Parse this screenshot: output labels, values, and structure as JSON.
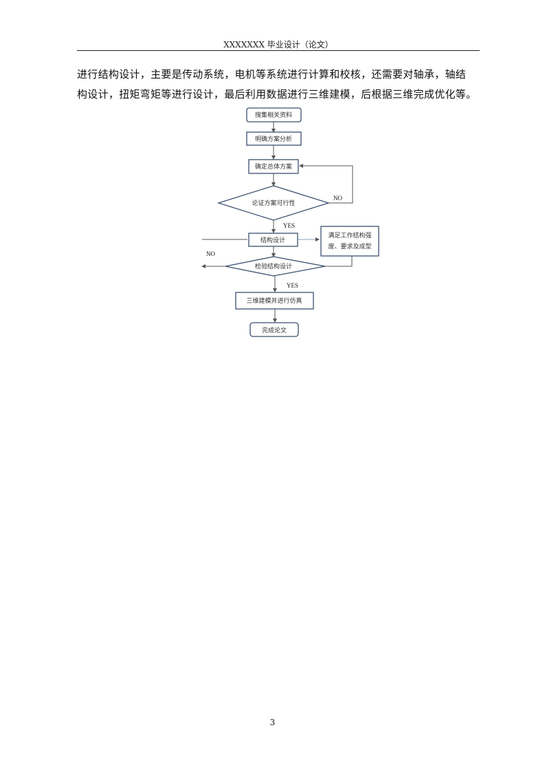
{
  "header": {
    "title": "XXXXXXX 毕业设计（论文）"
  },
  "body": {
    "line1": "进行结构设计，主要是传动系统，电机等系统进行计算和校核，还需要对轴承，轴结",
    "line2": "构设计，扭矩弯矩等进行设计，最后利用数据进行三维建模，后根据三维完成优化等。"
  },
  "flowchart": {
    "nodes": {
      "n1": "搜集相关资料",
      "n2": "明确方案分析",
      "n3": "确定总体方案",
      "d1": "论证方案可行性",
      "n4": "结构设计",
      "side1": "满足工作结构强",
      "side2": "度、要求及成型",
      "d2": "检验结构设计",
      "n5": "三维建模并进行仿真",
      "n6": "完成论文"
    },
    "labels": {
      "no1": "NO",
      "yes1": "YES",
      "no2": "NO",
      "yes2": "YES"
    },
    "colors": {
      "border": "#3a4f6e",
      "arrow": "#5a5a5a",
      "line": "#444444"
    }
  },
  "footer": {
    "page_number": "3"
  }
}
